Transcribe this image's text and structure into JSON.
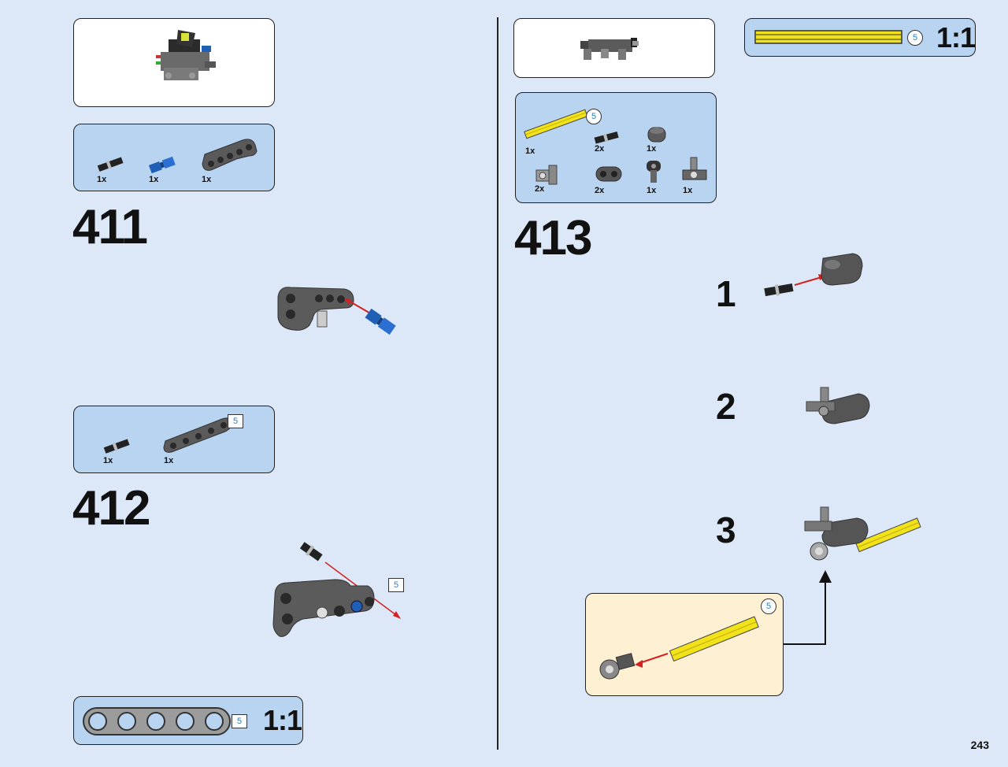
{
  "page_number": "243",
  "steps": {
    "step411": {
      "number": "411",
      "parts": [
        {
          "qty": "1x",
          "icon": "black-pin-icon"
        },
        {
          "qty": "1x",
          "icon": "blue-pin-icon"
        },
        {
          "qty": "1x",
          "icon": "bent-beam-icon"
        }
      ]
    },
    "step412": {
      "number": "412",
      "beam_length": "5",
      "parts": [
        {
          "qty": "1x",
          "icon": "black-pin-icon"
        },
        {
          "qty": "1x",
          "icon": "beam-5-icon"
        }
      ],
      "callout_length": "5"
    },
    "step413": {
      "number": "413",
      "axle_length": "5",
      "parts": [
        {
          "qty": "1x",
          "icon": "yellow-axle-icon"
        },
        {
          "qty": "2x",
          "icon": "pin-icon"
        },
        {
          "qty": "1x",
          "icon": "bush-icon"
        },
        {
          "qty": "2x",
          "icon": "cross-connector-icon"
        },
        {
          "qty": "2x",
          "icon": "double-beam-icon"
        },
        {
          "qty": "1x",
          "icon": "angle-connector-icon"
        },
        {
          "qty": "1x",
          "icon": "axle-connector-icon"
        }
      ],
      "substeps": [
        "1",
        "2",
        "3"
      ],
      "callout_length": "5"
    }
  },
  "scale_beam": {
    "length": "5",
    "label": "1:1"
  },
  "scale_axle": {
    "length": "5",
    "label": "1:1"
  },
  "colors": {
    "page": "#dce8f8",
    "parts_box": "#b9d4f1",
    "callout": "#fdf0d3",
    "arrow": "#d42020",
    "axle": "#f2e21a"
  }
}
